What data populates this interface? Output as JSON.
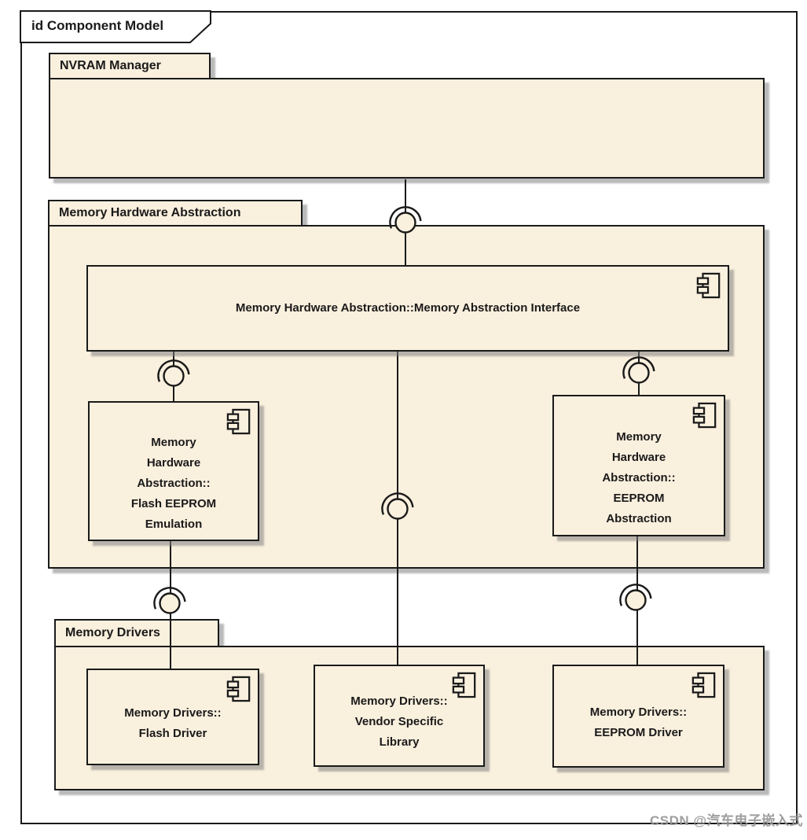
{
  "frame": {
    "title": "id Component Model"
  },
  "packages": {
    "nvram_manager": {
      "label": "NVRAM Manager"
    },
    "memory_hardware_abstraction": {
      "label": "Memory Hardware Abstraction"
    },
    "memory_drivers": {
      "label": "Memory Drivers"
    }
  },
  "components": {
    "memory_abstraction_interface": {
      "lines": [
        "Memory Hardware Abstraction::Memory Abstraction Interface"
      ]
    },
    "flash_eeprom_emulation": {
      "lines": [
        "Memory",
        "Hardware",
        "Abstraction::",
        "Flash EEPROM",
        "Emulation"
      ]
    },
    "eeprom_abstraction": {
      "lines": [
        "Memory",
        "Hardware",
        "Abstraction::",
        "EEPROM",
        "Abstraction"
      ]
    },
    "flash_driver": {
      "lines": [
        "Memory Drivers::",
        "Flash Driver"
      ]
    },
    "vendor_specific_library": {
      "lines": [
        "Memory Drivers::",
        "Vendor Specific",
        "Library"
      ]
    },
    "eeprom_driver": {
      "lines": [
        "Memory Drivers::",
        "EEPROM Driver"
      ]
    }
  },
  "icons": {
    "component_icon": "uml-component-glyph: rectangle with two protruding side tabs",
    "ball_socket_icon": "uml-ball-and-socket interface connector: filled circle under open arc"
  },
  "colors": {
    "shape_fill": "#FAF0DE",
    "shape_border": "#1A1A1A",
    "shadow": "#B3B3B3",
    "watermark_text": "#949494"
  },
  "watermark": {
    "text": "CSDN @汽车电子嵌入式"
  }
}
